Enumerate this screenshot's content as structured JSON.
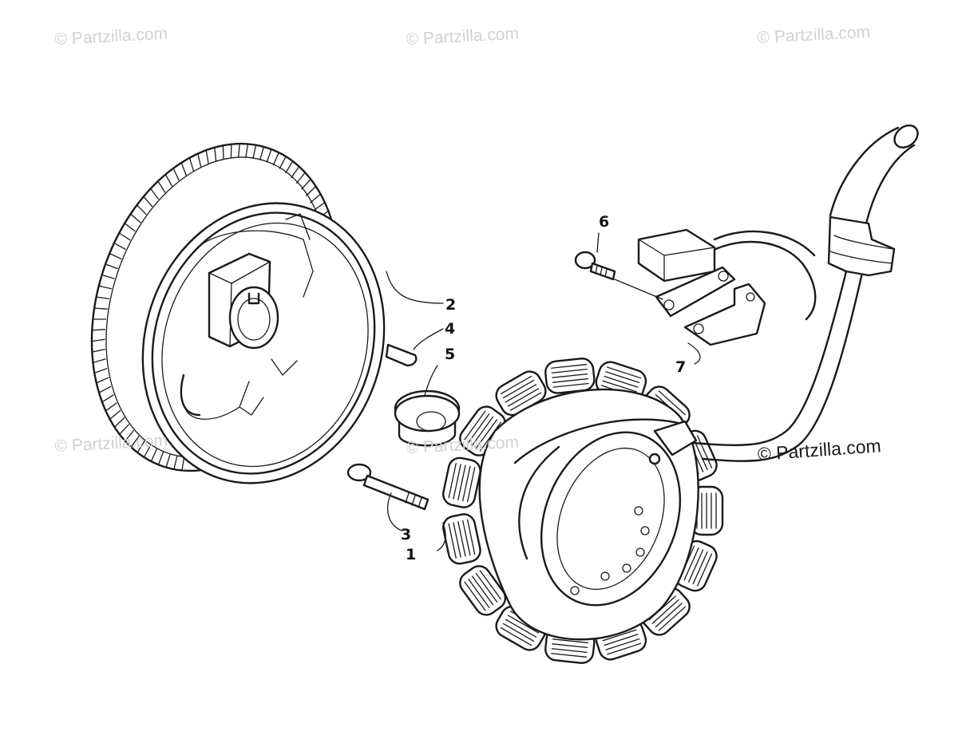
{
  "watermarks": {
    "top_left": "© Partzilla.com",
    "top_center": "© Partzilla.com",
    "top_right": "© Partzilla.com",
    "mid_left": "© Partzilla.com",
    "mid_center": "© Partzilla.com",
    "main": "© Partzilla.com"
  },
  "callouts": {
    "c1": "1",
    "c2": "2",
    "c3": "3",
    "c4": "4",
    "c5": "5",
    "c6": "6",
    "c7": "7"
  }
}
